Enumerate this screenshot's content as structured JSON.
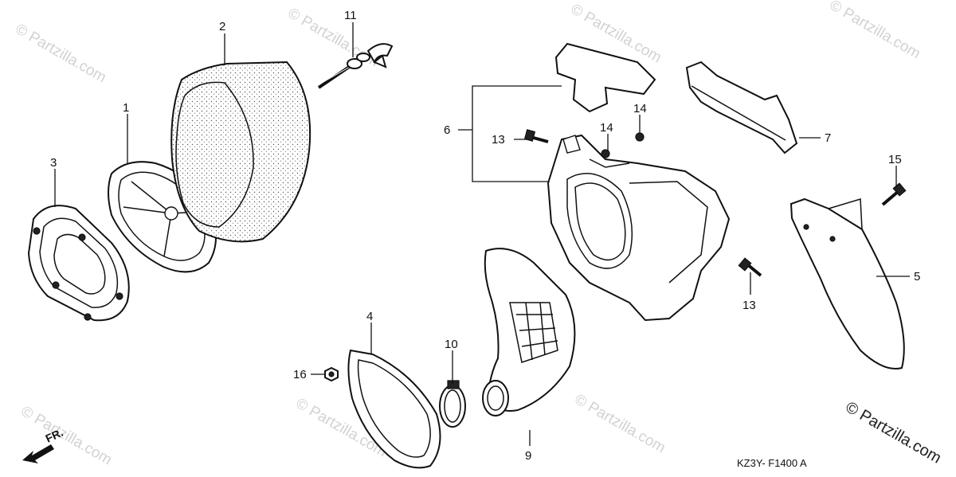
{
  "diagram": {
    "part_numbers": [
      "1",
      "2",
      "3",
      "4",
      "5",
      "6",
      "7",
      "9",
      "10",
      "11",
      "13",
      "13",
      "14",
      "14",
      "15",
      "16"
    ],
    "code": "KZ3Y- F1400 A",
    "front_label": "FR.",
    "copyright": "© Partzilla.com",
    "watermark": "© Partzilla.com"
  }
}
